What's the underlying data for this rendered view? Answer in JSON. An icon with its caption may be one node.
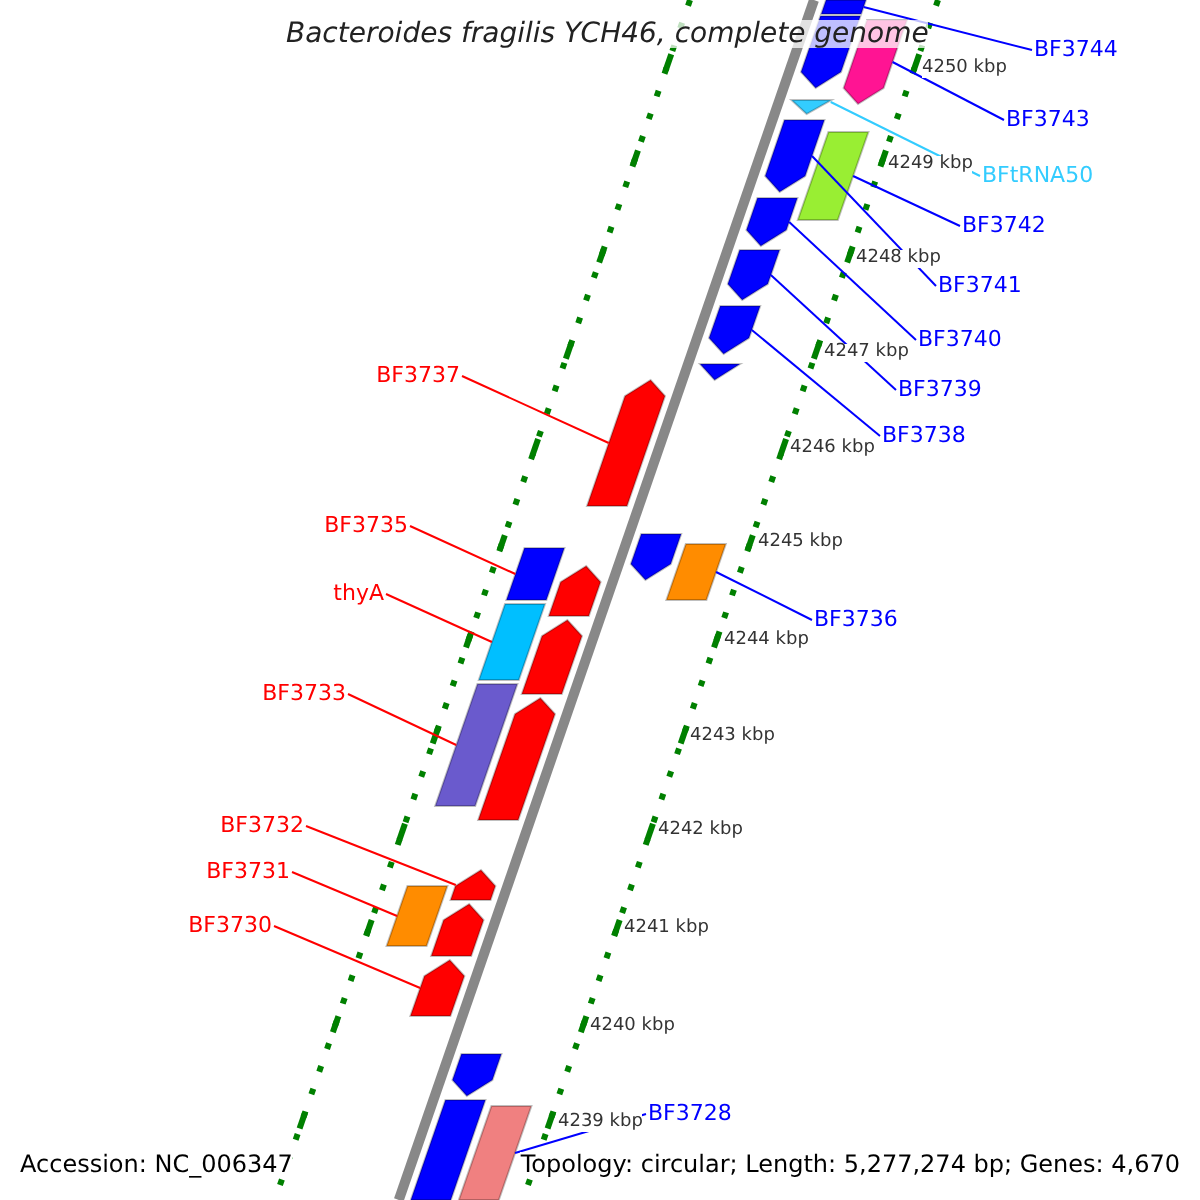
{
  "diagram": {
    "title": "Bacteroides fragilis YCH46, complete genome",
    "nodes": [
      {
        "text": [
          "BF3744"
        ]
      },
      {
        "text": [],
        "shape": "box"
      },
      {
        "text": [
          "BF3743"
        ]
      },
      {
        "text": [],
        "shape": "arrow"
      },
      {
        "text": [
          "BFtRNA50"
        ]
      },
      {
        "text": [],
        "shape": "triangle"
      },
      {
        "text": [
          "BF3742"
        ]
      },
      {
        "text": [],
        "shape": "box"
      },
      {
        "text": [
          "BF3741"
        ]
      },
      {
        "text": [],
        "shape": "arrow"
      },
      {
        "text": [
          "BF3740"
        ]
      },
      {
        "text": [],
        "shape": "arrow"
      },
      {
        "text": [
          "BF3739"
        ]
      },
      {
        "text": [],
        "shape": "arrow"
      },
      {
        "text": [
          "BF3738"
        ]
      },
      {
        "text": [],
        "shape": "arrow"
      },
      {
        "text": [
          "BF3737"
        ]
      },
      {
        "text": [],
        "shape": "arrow"
      },
      {
        "text": [
          "BF3735"
        ]
      },
      {
        "text": [],
        "shape": "box"
      },
      {
        "text": [
          "thyA"
        ]
      },
      {
        "text": [],
        "shape": "box"
      },
      {
        "text": [
          "BF3733"
        ]
      },
      {
        "text": [],
        "shape": "box"
      },
      {
        "text": [
          "BF3736"
        ]
      },
      {
        "text": [],
        "shape": "box"
      },
      {
        "text": [
          "BF3732"
        ]
      },
      {
        "text": [],
        "shape": "arrow"
      },
      {
        "text": [
          "BF3731"
        ]
      },
      {
        "text": [],
        "shape": "box"
      },
      {
        "text": [
          "BF3730"
        ]
      },
      {
        "text": [],
        "shape": "arrow"
      },
      {
        "text": [
          "BF3728"
        ]
      },
      {
        "text": [],
        "shape": "box"
      },
      {
        "text": [],
        "shape": "arrow"
      },
      {
        "text": [],
        "shape": "arrow"
      },
      {
        "text": [],
        "shape": "arrow"
      },
      {
        "text": [],
        "shape": "arrow"
      },
      {
        "text": [],
        "shape": "arrow"
      },
      {
        "text": [],
        "shape": "arrow"
      },
      {
        "text": [],
        "shape": "arrow"
      },
      {
        "text": [],
        "shape": "arrow"
      },
      {
        "text": [],
        "shape": "box"
      }
    ],
    "edges": [
      {
        "from": 0,
        "to": 1,
        "arrow": "none"
      },
      {
        "from": 2,
        "to": 3,
        "arrow": "none"
      },
      {
        "from": 4,
        "to": 5,
        "arrow": "none",
        "color": "#33ccff"
      },
      {
        "from": 6,
        "to": 7,
        "arrow": "none"
      },
      {
        "from": 8,
        "to": 9,
        "arrow": "none"
      },
      {
        "from": 10,
        "to": 11,
        "arrow": "none"
      },
      {
        "from": 12,
        "to": 13,
        "arrow": "none"
      },
      {
        "from": 14,
        "to": 15,
        "arrow": "none"
      },
      {
        "from": 16,
        "to": 17,
        "arrow": "none",
        "color": "#ff0000"
      },
      {
        "from": 18,
        "to": 19,
        "arrow": "none",
        "color": "#ff0000"
      },
      {
        "from": 20,
        "to": 21,
        "arrow": "none",
        "color": "#ff0000"
      },
      {
        "from": 22,
        "to": 23,
        "arrow": "none",
        "color": "#ff0000"
      },
      {
        "from": 24,
        "to": 25,
        "arrow": "none"
      },
      {
        "from": 26,
        "to": 27,
        "arrow": "none",
        "color": "#ff0000"
      },
      {
        "from": 28,
        "to": 29,
        "arrow": "none",
        "color": "#ff0000"
      },
      {
        "from": 30,
        "to": 31,
        "arrow": "none",
        "color": "#ff0000"
      },
      {
        "from": 32,
        "to": 33,
        "arrow": "none"
      }
    ],
    "labels": [
      "4250 kbp",
      "4249 kbp",
      "4248 kbp",
      "4247 kbp",
      "4246 kbp",
      "4245 kbp",
      "4244 kbp",
      "4243 kbp",
      "4242 kbp",
      "4241 kbp",
      "4240 kbp",
      "4239 kbp",
      "Accession: NC_006347",
      "Topology: circular; Length: 5,277,274 bp; Genes: 4,670"
    ]
  }
}
